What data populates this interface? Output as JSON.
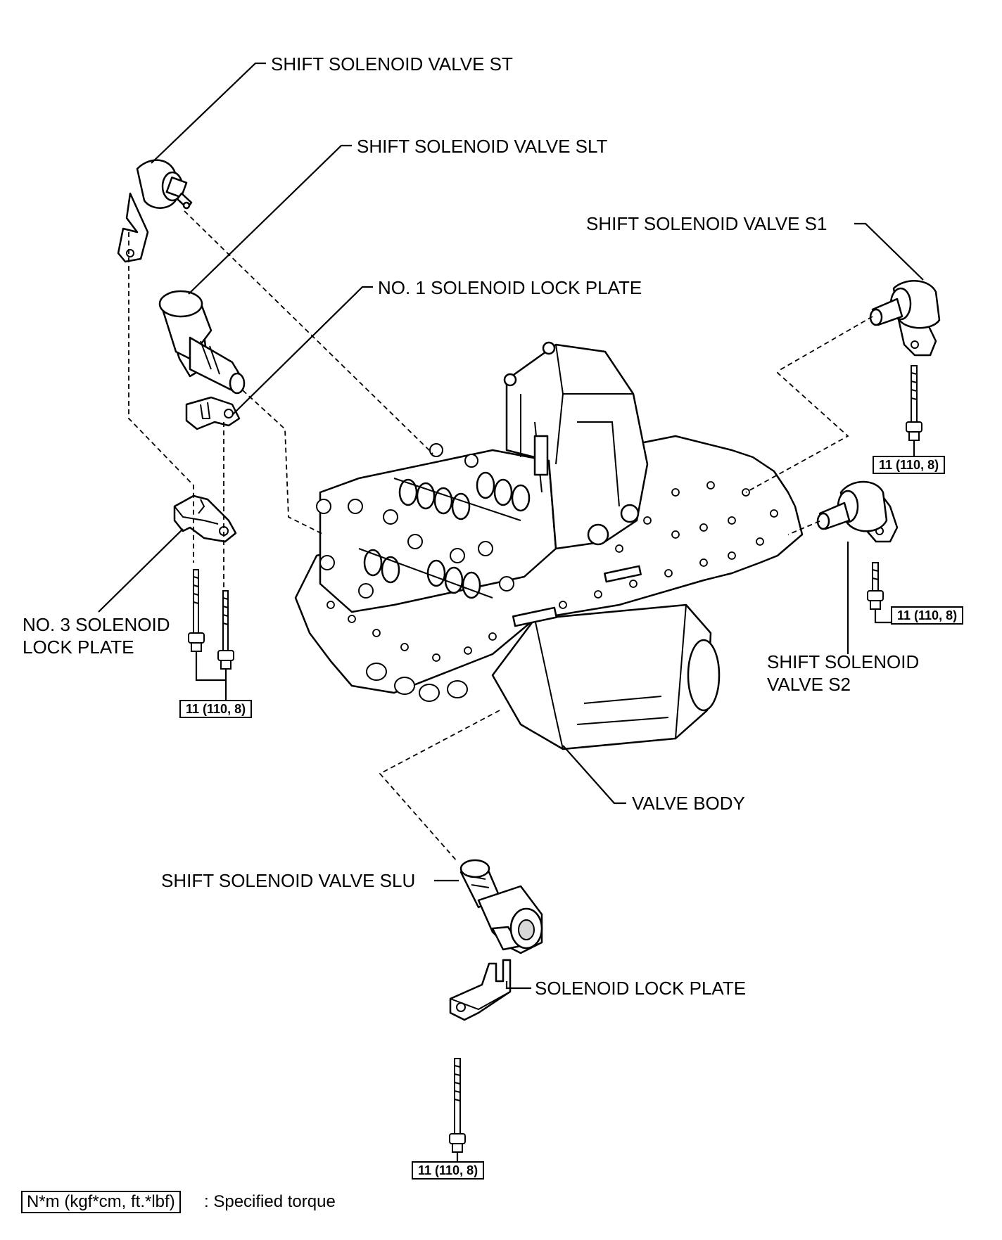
{
  "labels": {
    "valve_st": "SHIFT SOLENOID VALVE ST",
    "valve_slt": "SHIFT SOLENOID VALVE SLT",
    "lock_plate_1": "NO. 1 SOLENOID LOCK PLATE",
    "valve_s1": "SHIFT SOLENOID VALVE S1",
    "lock_plate_3_line1": "NO. 3 SOLENOID",
    "lock_plate_3_line2": "LOCK PLATE",
    "valve_s2_line1": "SHIFT SOLENOID",
    "valve_s2_line2": "VALVE S2",
    "valve_body": "VALVE BODY",
    "valve_slu": "SHIFT SOLENOID VALVE SLU",
    "lock_plate": "SOLENOID LOCK PLATE"
  },
  "torque_specs": {
    "s1": "11 (110, 8)",
    "s2": "11 (110, 8)",
    "lock_plate_3": "11 (110, 8)",
    "slu": "11 (110, 8)"
  },
  "legend": {
    "box": "N*m (kgf*cm, ft.*lbf)",
    "text": ": Specified torque"
  }
}
